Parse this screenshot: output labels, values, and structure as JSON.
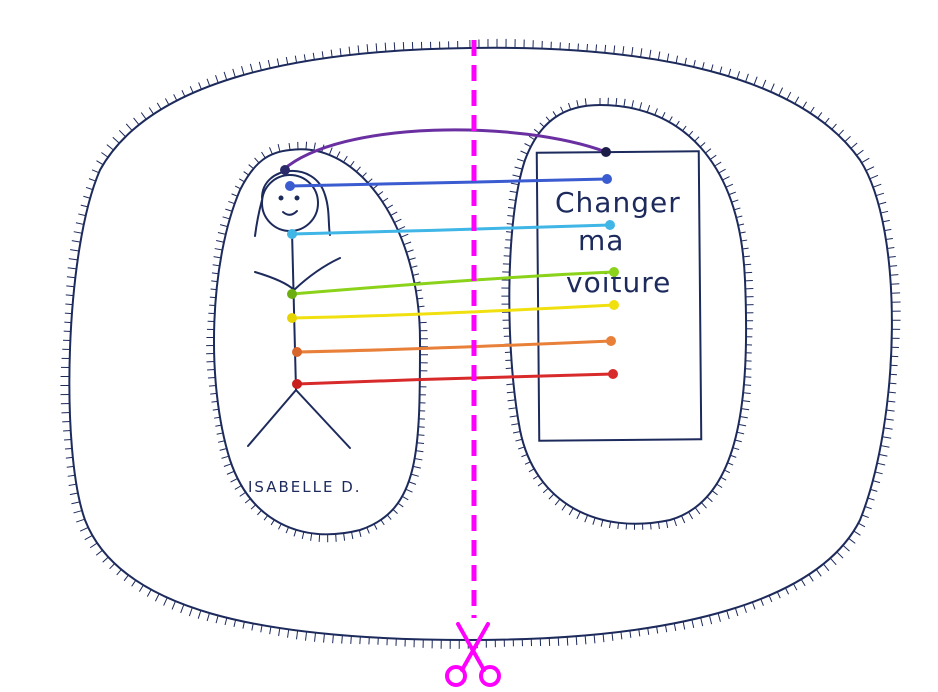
{
  "drawing": {
    "ink_color": "#1d2a5c",
    "cut_line_color": "#ff00ff",
    "person_label": "ISABELLE D.",
    "goal_text": {
      "line1": "Changer",
      "line2": "ma",
      "line3": "voiture"
    },
    "cord_colors": [
      "#6a2fa0",
      "#3b5bd0",
      "#3fb6e6",
      "#8bd21a",
      "#f0e010",
      "#e8803a",
      "#d82a2a"
    ]
  }
}
